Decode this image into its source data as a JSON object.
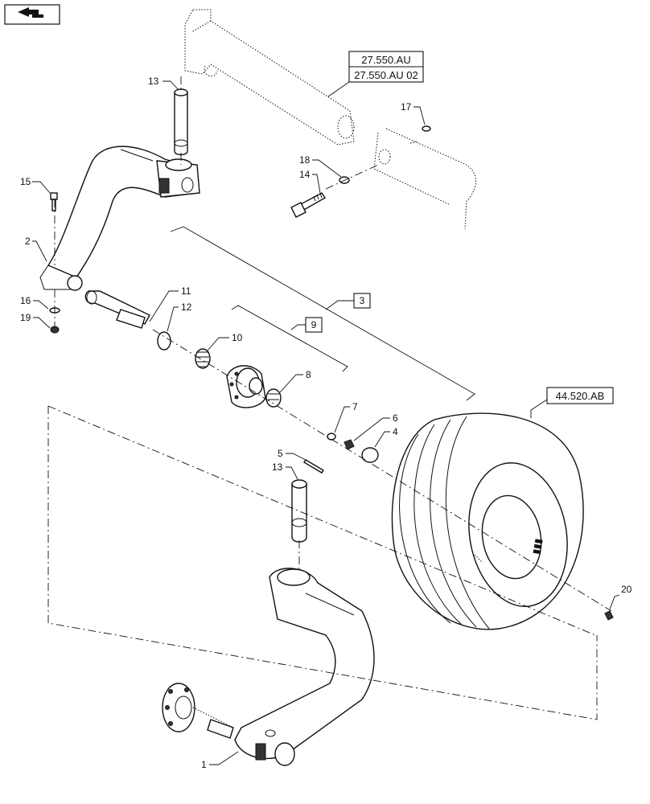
{
  "nav_icon": "return-arrow-icon",
  "references": {
    "r1": "27.550.AU",
    "r2": "27.550.AU 02",
    "r3": "44.520.AB"
  },
  "groups": {
    "g3": "3",
    "g9": "9"
  },
  "callouts": {
    "c1": "1",
    "c2": "2",
    "c4": "4",
    "c5": "5",
    "c6": "6",
    "c7": "7",
    "c8": "8",
    "c10": "10",
    "c11": "11",
    "c12": "12",
    "c13a": "13",
    "c13b": "13",
    "c14": "14",
    "c15": "15",
    "c16": "16",
    "c17": "17",
    "c18": "18",
    "c19": "19",
    "c20": "20"
  }
}
